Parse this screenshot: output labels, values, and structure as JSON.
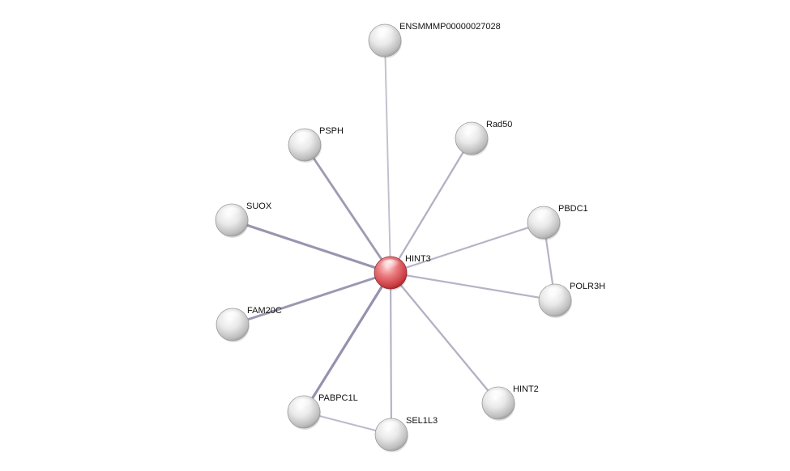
{
  "network": {
    "query_protein": "HINT3",
    "colors": {
      "query_node": "#d9474c",
      "neighbor_node": "#d6d6d6",
      "edge": "#8e8ca8",
      "label": "#111111"
    },
    "nodes": [
      {
        "id": "HINT3",
        "label": "HINT3",
        "query": true
      },
      {
        "id": "ENSMMMP00000027028",
        "label": "ENSMMMP00000027028"
      },
      {
        "id": "PSPH",
        "label": "PSPH"
      },
      {
        "id": "Rad50",
        "label": "Rad50"
      },
      {
        "id": "SUOX",
        "label": "SUOX"
      },
      {
        "id": "PBDC1",
        "label": "PBDC1"
      },
      {
        "id": "POLR3H",
        "label": "POLR3H"
      },
      {
        "id": "FAM20C",
        "label": "FAM20C"
      },
      {
        "id": "PABPC1L",
        "label": "PABPC1L"
      },
      {
        "id": "SEL1L3",
        "label": "SEL1L3"
      },
      {
        "id": "HINT2",
        "label": "HINT2"
      }
    ],
    "edges": [
      {
        "source": "HINT3",
        "target": "ENSMMMP00000027028",
        "strength": 0.35
      },
      {
        "source": "HINT3",
        "target": "PSPH",
        "strength": 0.85
      },
      {
        "source": "HINT3",
        "target": "Rad50",
        "strength": 0.55
      },
      {
        "source": "HINT3",
        "target": "SUOX",
        "strength": 0.95
      },
      {
        "source": "HINT3",
        "target": "PBDC1",
        "strength": 0.5
      },
      {
        "source": "HINT3",
        "target": "POLR3H",
        "strength": 0.5
      },
      {
        "source": "HINT3",
        "target": "FAM20C",
        "strength": 0.9
      },
      {
        "source": "HINT3",
        "target": "PABPC1L",
        "strength": 1.0
      },
      {
        "source": "HINT3",
        "target": "SEL1L3",
        "strength": 0.5
      },
      {
        "source": "HINT3",
        "target": "HINT2",
        "strength": 0.55
      },
      {
        "source": "PBDC1",
        "target": "POLR3H",
        "strength": 0.5
      },
      {
        "source": "PABPC1L",
        "target": "SEL1L3",
        "strength": 0.4
      }
    ]
  }
}
